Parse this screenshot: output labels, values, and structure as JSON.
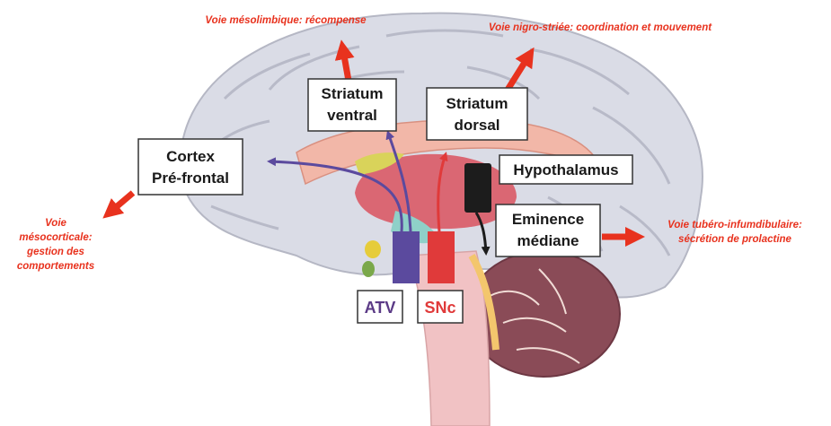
{
  "labels": {
    "cortex_line1": "Cortex",
    "cortex_line2": "Pré-frontal",
    "striatum_ventral_line1": "Striatum",
    "striatum_ventral_line2": "ventral",
    "striatum_dorsal_line1": "Striatum",
    "striatum_dorsal_line2": "dorsal",
    "hypothalamus": "Hypothalamus",
    "eminence_line1": "Eminence",
    "eminence_line2": "médiane",
    "atv": "ATV",
    "snc": "SNc"
  },
  "pathways": {
    "mesolimbic": "Voie mésolimbique: récompense",
    "nigrostriatal": "Voie nigro-striée: coordination et mouvement",
    "mesocortical_line1": "Voie",
    "mesocortical_line2": "mésocorticale:",
    "mesocortical_line3": "gestion des",
    "mesocortical_line4": "comportements",
    "tuberoinfundibular_line1": "Voie tubéro-infumdibulaire:",
    "tuberoinfundibular_line2": "sécrétion de prolactine"
  },
  "colors": {
    "pathway_red": "#e8321e",
    "atv_purple": "#5b4a9e",
    "snc_red": "#e03a3a",
    "hypothalamus_black": "#1c1c1c",
    "brain_gray": "#dadce6"
  }
}
